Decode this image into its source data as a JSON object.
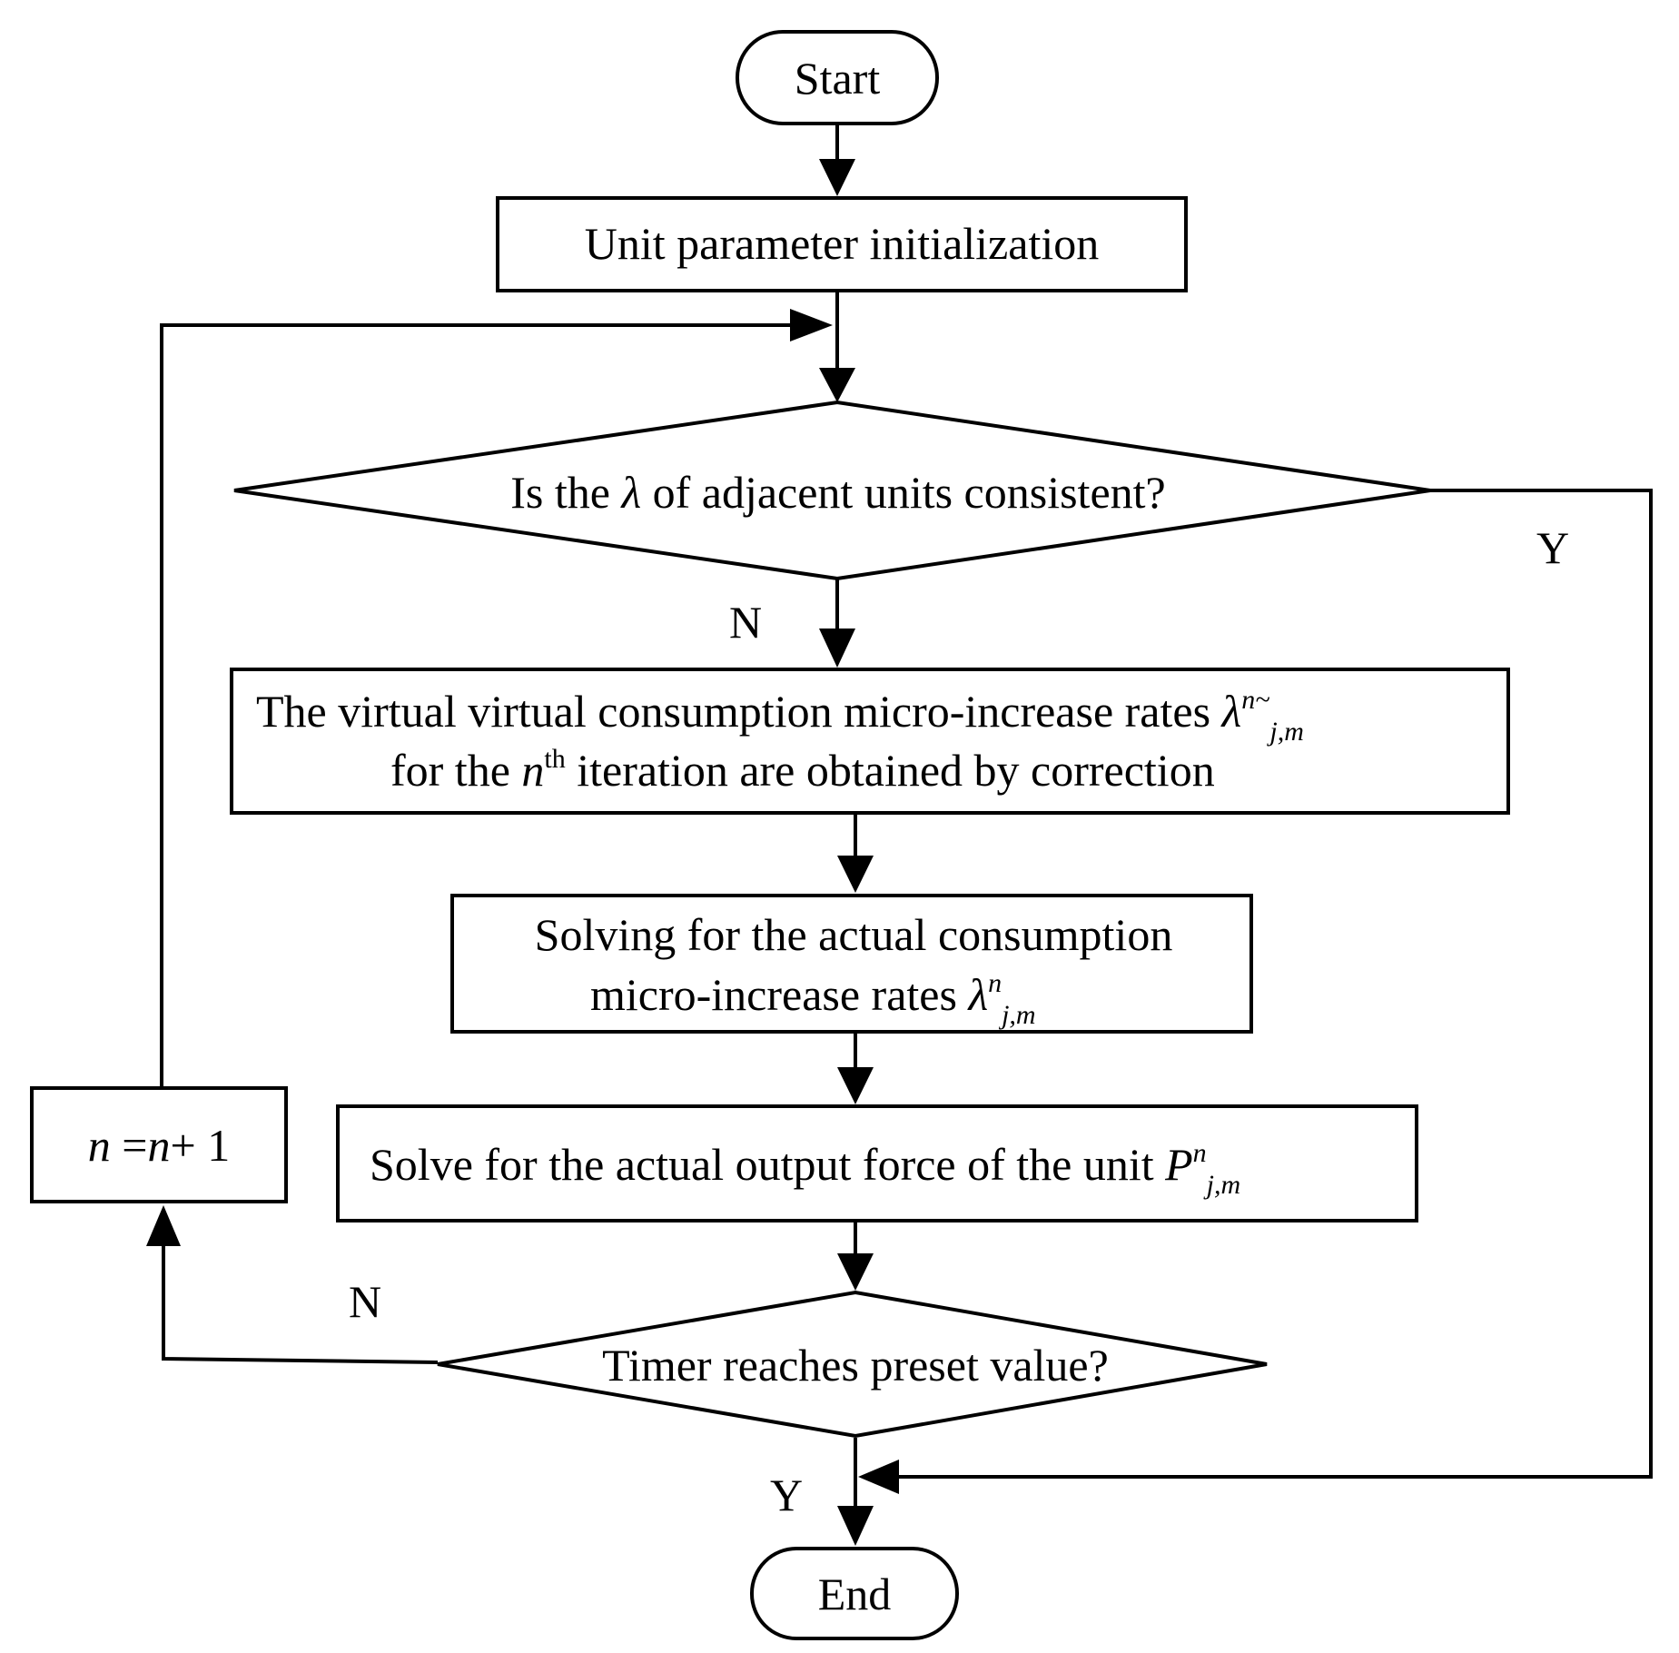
{
  "start": {
    "label": "Start"
  },
  "init": {
    "label": "Unit parameter initialization"
  },
  "check_lambda": {
    "prefix": "Is the ",
    "symbol": "λ",
    "suffix": " of adjacent units consistent?",
    "yes_label": "Y",
    "no_label": "N"
  },
  "virtual_rates": {
    "line1": "The virtual virtual consumption micro-increase rates ",
    "symbol": "λ",
    "sup": "n~",
    "sub": "j,m",
    "line2_prefix": "for the ",
    "iter_var": "n",
    "iter_sup": "th",
    "line2_suffix": " iteration are obtained by correction"
  },
  "actual_rates": {
    "line1": "Solving for the actual consumption",
    "line2": "micro-increase rates ",
    "symbol": "λ",
    "sup": "n",
    "sub": "j,m"
  },
  "output_force": {
    "text": "Solve for the actual output force of the unit ",
    "symbol": "P",
    "sup": "n",
    "sub": "j,m"
  },
  "timer_check": {
    "label": "Timer reaches preset value?",
    "yes_label": "Y",
    "no_label": "N"
  },
  "increment": {
    "lhs": "n",
    "eq": " =",
    "rhs_var": "n",
    "rhs_rest": "+ 1"
  },
  "end": {
    "label": "End"
  }
}
